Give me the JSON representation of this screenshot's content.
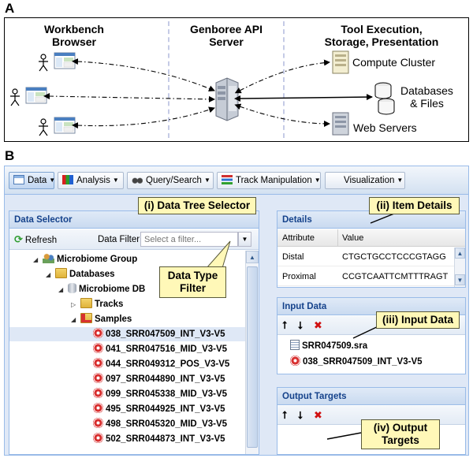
{
  "panel_a": {
    "letter": "A",
    "columns": {
      "workbench": "Workbench\nBrowser",
      "api": "Genboree API\nServer",
      "tools": "Tool Execution,\nStorage, Presentation"
    },
    "nodes": {
      "compute": "Compute Cluster",
      "databases": "Databases\n& Files",
      "web": "Web Servers"
    }
  },
  "panel_b": {
    "letter": "B",
    "toolbar": [
      "Data",
      "Analysis",
      "Query/Search",
      "Track Manipulation",
      "Visualization"
    ],
    "data_selector": {
      "title": "Data Selector",
      "refresh": "Refresh",
      "filter_label": "Data Filter:",
      "filter_placeholder": "Select a filter...",
      "tree": [
        {
          "label": "Microbiome Group",
          "depth": 0,
          "icon": "group-icon",
          "toggle": "down"
        },
        {
          "label": "Databases",
          "depth": 1,
          "icon": "folder-open-icon",
          "toggle": "down"
        },
        {
          "label": "Microbiome DB",
          "depth": 2,
          "icon": "database-icon",
          "toggle": "down"
        },
        {
          "label": "Tracks",
          "depth": 3,
          "icon": "folder-icon",
          "toggle": "right"
        },
        {
          "label": "Samples",
          "depth": 3,
          "icon": "samples-folder-icon",
          "toggle": "down"
        },
        {
          "label": "038_SRR047509_INT_V3-V5",
          "depth": 4,
          "icon": "sample-icon",
          "toggle": "",
          "selected": true
        },
        {
          "label": "041_SRR047516_MID_V3-V5",
          "depth": 4,
          "icon": "sample-icon",
          "toggle": ""
        },
        {
          "label": "044_SRR049312_POS_V3-V5",
          "depth": 4,
          "icon": "sample-icon",
          "toggle": ""
        },
        {
          "label": "097_SRR044890_INT_V3-V5",
          "depth": 4,
          "icon": "sample-icon",
          "toggle": ""
        },
        {
          "label": "099_SRR045338_MID_V3-V5",
          "depth": 4,
          "icon": "sample-icon",
          "toggle": ""
        },
        {
          "label": "495_SRR044925_INT_V3-V5",
          "depth": 4,
          "icon": "sample-icon",
          "toggle": ""
        },
        {
          "label": "498_SRR045320_MID_V3-V5",
          "depth": 4,
          "icon": "sample-icon",
          "toggle": ""
        },
        {
          "label": "502_SRR044873_INT_V3-V5",
          "depth": 4,
          "icon": "sample-icon",
          "toggle": ""
        }
      ]
    },
    "details": {
      "title": "Details",
      "columns": [
        "Attribute",
        "Value"
      ],
      "rows": [
        {
          "attribute": "Distal",
          "value": "CTGCTGCCTCCCGTAGG"
        },
        {
          "attribute": "Proximal",
          "value": "CCGTCAATTCMTTTRAGT"
        }
      ]
    },
    "input_data": {
      "title": "Input Data",
      "items": [
        {
          "label": "SRR047509.sra",
          "icon": "file-icon"
        },
        {
          "label": "038_SRR047509_INT_V3-V5",
          "icon": "sample-icon"
        }
      ]
    },
    "output_targets": {
      "title": "Output Targets"
    },
    "callouts": {
      "tree_selector": "(i) Data Tree Selector",
      "item_details": "(ii) Item Details",
      "input_data": "(iii) Input Data",
      "output_targets": "(iv) Output\nTargets",
      "data_type_filter": "Data Type\nFilter"
    }
  }
}
